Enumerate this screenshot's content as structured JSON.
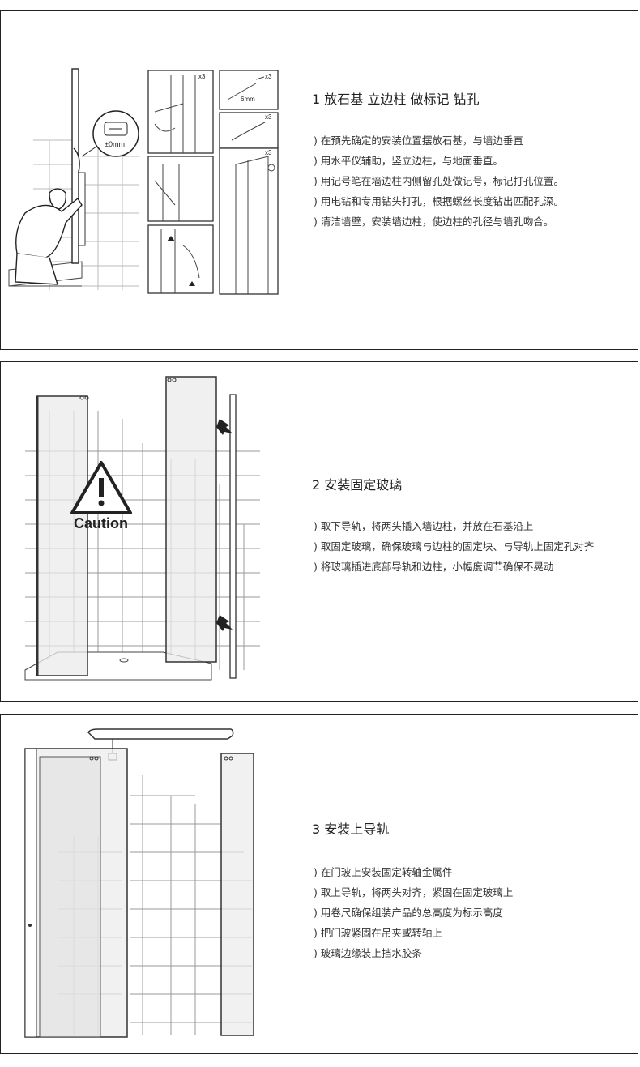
{
  "step1": {
    "title": "1 放石基 立边柱 做标记 钻孔",
    "items": [
      "在预先确定的安装位置摆放石基，与墙边垂直",
      "用水平仪辅助，竖立边柱，与地面垂直。",
      "用记号笔在墙边柱内侧留孔处做记号，标记打孔位置。",
      "用电钻和专用钻头打孔，根据螺丝长度钻出匹配孔深。",
      "清洁墙壁，安装墙边柱，使边柱的孔径与墙孔吻合。"
    ],
    "illustration": {
      "level_label": "±0mm",
      "drill_label": "6mm",
      "qty_labels": [
        "x3",
        "x3",
        "x3",
        "x3"
      ]
    }
  },
  "step2": {
    "title": "2 安装固定玻璃",
    "items": [
      "取下导轨，将两头插入墙边柱，并放在石基沿上",
      "取固定玻璃，确保玻璃与边柱的固定块、与导轨上固定孔对齐",
      "将玻璃插进底部导轨和边柱，小幅度调节确保不晃动"
    ],
    "illustration": {
      "caution_label": "Caution"
    }
  },
  "step3": {
    "title": "3 安装上导轨",
    "items": [
      "在门玻上安装固定转轴金属件",
      "取上导轨，将两头对齐，紧固在固定玻璃上",
      "用卷尺确保组装产品的总高度为标示高度",
      "把门玻紧固在吊夹或转轴上",
      "玻璃边缘装上挡水胶条"
    ]
  },
  "list_bullet": ")"
}
